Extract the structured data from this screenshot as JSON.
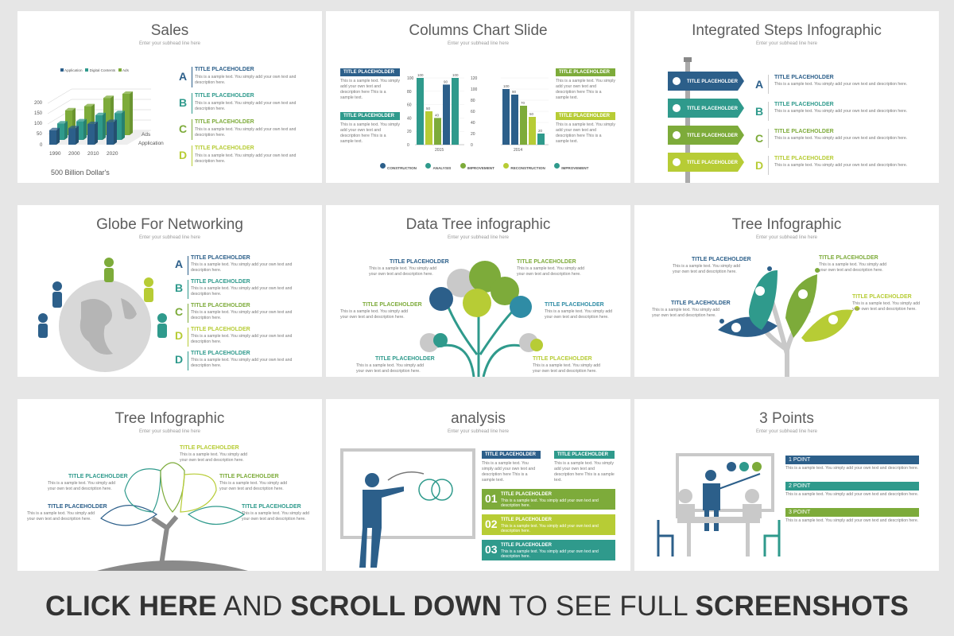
{
  "colors": {
    "navy": "#2c5f8a",
    "teal": "#2f9a8c",
    "green": "#7dab3a",
    "lime": "#b7cc35",
    "blue": "#2f8ca5",
    "gray": "#c9c9c9"
  },
  "common": {
    "subhead": "Enter your subhead line here",
    "title_ph": "TITLE PLACEHOLDER",
    "sample_short": "This is a sample text. You simply add your own text and description here.",
    "sample_long": "This is a sample text. You simply add your own text and description here This is a sample text."
  },
  "slides": {
    "sales": {
      "title": "Sales",
      "legend": [
        "Application",
        "Digital Contents",
        "Ads"
      ],
      "y_ticks": [
        "200",
        "150",
        "100",
        "50",
        "0"
      ],
      "x_ticks": [
        "1990",
        "2000",
        "2010",
        "2020"
      ],
      "depth_labels": [
        "Ads",
        "Application"
      ],
      "caption": "500 Billion Dollar's",
      "letters": [
        "A",
        "B",
        "C",
        "D"
      ]
    },
    "columns": {
      "title": "Columns Chart Slide",
      "left_axis": [
        "100",
        "80",
        "60",
        "40",
        "20",
        "0"
      ],
      "right_axis": [
        "120",
        "100",
        "80",
        "60",
        "40",
        "20",
        "0"
      ],
      "year_a": "2015",
      "year_b": "2014",
      "legend": [
        "CONSTRUCTION",
        "ANALYSIS",
        "IMPROVEMENT",
        "RECONSTRUCTION",
        "IMPROVEMENT"
      ]
    },
    "steps": {
      "title": "Integrated Steps Infographic",
      "letters": [
        "A",
        "B",
        "C",
        "D"
      ]
    },
    "globe": {
      "title": "Globe For Networking",
      "letters": [
        "A",
        "B",
        "C",
        "D",
        "D"
      ]
    },
    "datatree": {
      "title": "Data Tree infographic"
    },
    "tree1": {
      "title": "Tree Infographic"
    },
    "tree2": {
      "title": "Tree Infographic"
    },
    "analysis": {
      "title": "analysis",
      "numbers": [
        "01",
        "02",
        "03"
      ]
    },
    "points": {
      "title": "3 Points",
      "items": [
        "1 POINT",
        "2 POINT",
        "3 POINT"
      ]
    }
  },
  "chart_data": [
    {
      "type": "bar",
      "title": "",
      "categories": [
        "1990",
        "2000",
        "2010",
        "2020"
      ],
      "series": [
        {
          "name": "Application",
          "values": [
            70,
            80,
            100,
            110
          ]
        },
        {
          "name": "Digital Contents",
          "values": [
            80,
            90,
            120,
            130
          ]
        },
        {
          "name": "Ads",
          "values": [
            120,
            140,
            180,
            200
          ]
        }
      ],
      "ylim": [
        0,
        200
      ]
    },
    {
      "type": "bar",
      "title": "",
      "categories": [
        "2015"
      ],
      "series": [
        {
          "name": "",
          "values": [
            100
          ]
        },
        {
          "name": "",
          "values": [
            50
          ]
        },
        {
          "name": "",
          "values": [
            40
          ]
        },
        {
          "name": "",
          "values": [
            90
          ]
        },
        {
          "name": "",
          "values": [
            100
          ]
        }
      ],
      "ylim": [
        0,
        100
      ]
    },
    {
      "type": "bar",
      "title": "",
      "categories": [
        "2014"
      ],
      "series": [
        {
          "name": "",
          "values": [
            100
          ]
        },
        {
          "name": "",
          "values": [
            90
          ]
        },
        {
          "name": "",
          "values": [
            70
          ]
        },
        {
          "name": "",
          "values": [
            50
          ]
        },
        {
          "name": "",
          "values": [
            20
          ]
        }
      ],
      "ylim": [
        0,
        120
      ]
    }
  ],
  "footer": {
    "p1": "CLICK HERE",
    "p2": " AND ",
    "p3": "SCROLL DOWN",
    "p4": " TO SEE FULL ",
    "p5": "SCREENSHOTS"
  }
}
